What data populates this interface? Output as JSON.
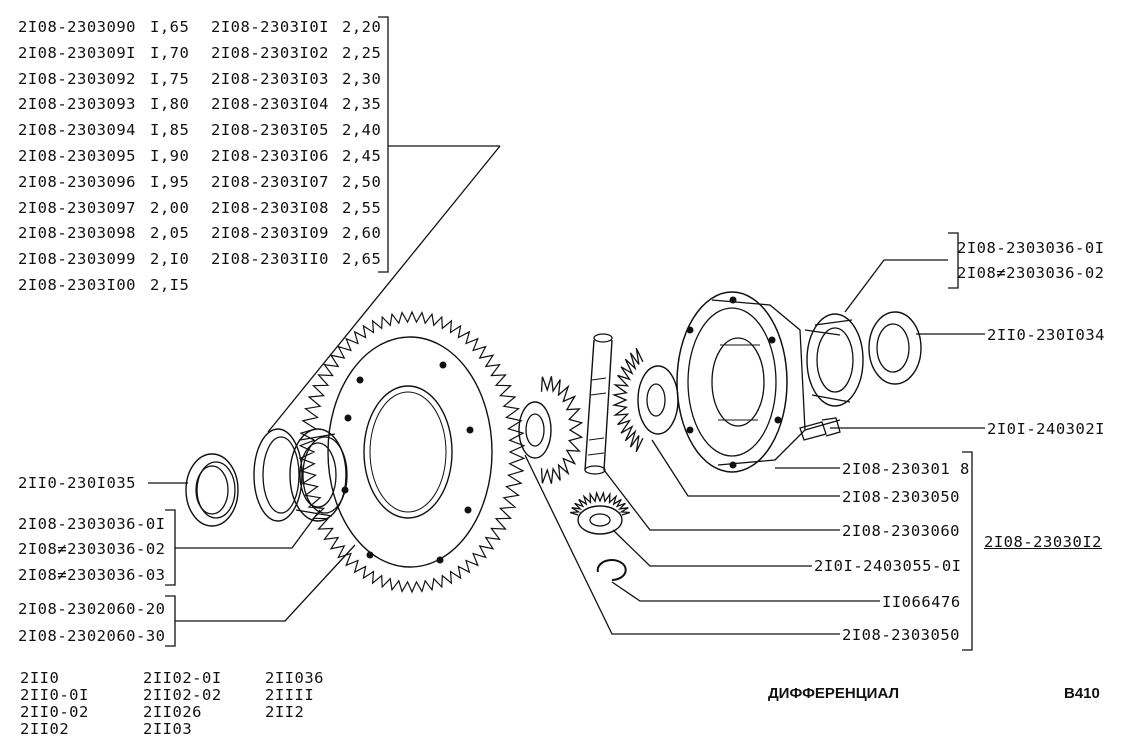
{
  "size_table": [
    {
      "part": "2I08-2303090",
      "size": "I,65",
      "part2": "2I08-2303I0I",
      "size2": "2,20"
    },
    {
      "part": "2I08-230309I",
      "size": "I,70",
      "part2": "2I08-2303I02",
      "size2": "2,25"
    },
    {
      "part": "2I08-2303092",
      "size": "I,75",
      "part2": "2I08-2303I03",
      "size2": "2,30"
    },
    {
      "part": "2I08-2303093",
      "size": "I,80",
      "part2": "2I08-2303I04",
      "size2": "2,35"
    },
    {
      "part": "2I08-2303094",
      "size": "I,85",
      "part2": "2I08-2303I05",
      "size2": "2,40"
    },
    {
      "part": "2I08-2303095",
      "size": "I,90",
      "part2": "2I08-2303I06",
      "size2": "2,45"
    },
    {
      "part": "2I08-2303096",
      "size": "I,95",
      "part2": "2I08-2303I07",
      "size2": "2,50"
    },
    {
      "part": "2I08-2303097",
      "size": "2,00",
      "part2": "2I08-2303I08",
      "size2": "2,55"
    },
    {
      "part": "2I08-2303098",
      "size": "2,05",
      "part2": "2I08-2303I09",
      "size2": "2,60"
    },
    {
      "part": "2I08-2303099",
      "size": "2,I0",
      "part2": "2I08-2303II0",
      "size2": "2,65"
    },
    {
      "part": "2I08-2303I00",
      "size": "2,I5",
      "part2": "",
      "size2": ""
    }
  ],
  "labels": {
    "right_group_1": "2I08-2303036-0I",
    "right_group_2": "2I08≠2303036-02",
    "bearing_right": "2II0-230I034",
    "bolt": "2I0I-240302I",
    "case": "2I08-230301 8",
    "gear_shaft_a": "2I08-2303050",
    "shaft": "2I08-2303060",
    "assembly": "2I08-23030I2",
    "pinion_gear": "2I0I-2403055-0I",
    "circlip": "II066476",
    "gear_shaft_b": "2I08-2303050",
    "seal_left": "2II0-230I035",
    "left_group_1": "2I08-2303036-0I",
    "left_group_2": "2I08≠2303036-02",
    "left_group_3": "2I08≠2303036-03",
    "ring_gear_1": "2I08-2302060-20",
    "ring_gear_2": "2I08-2302060-30"
  },
  "models": {
    "col1": [
      "2II0",
      "2II0-0I",
      "2II0-02",
      "2II02"
    ],
    "col2": [
      "2II02-0I",
      "2II02-02",
      "2II026",
      "2II03"
    ],
    "col3": [
      "2II036",
      "2IIII",
      "2II2"
    ]
  },
  "footer": {
    "title": "ДИФФЕРЕНЦИАЛ",
    "page_code": "B410"
  }
}
